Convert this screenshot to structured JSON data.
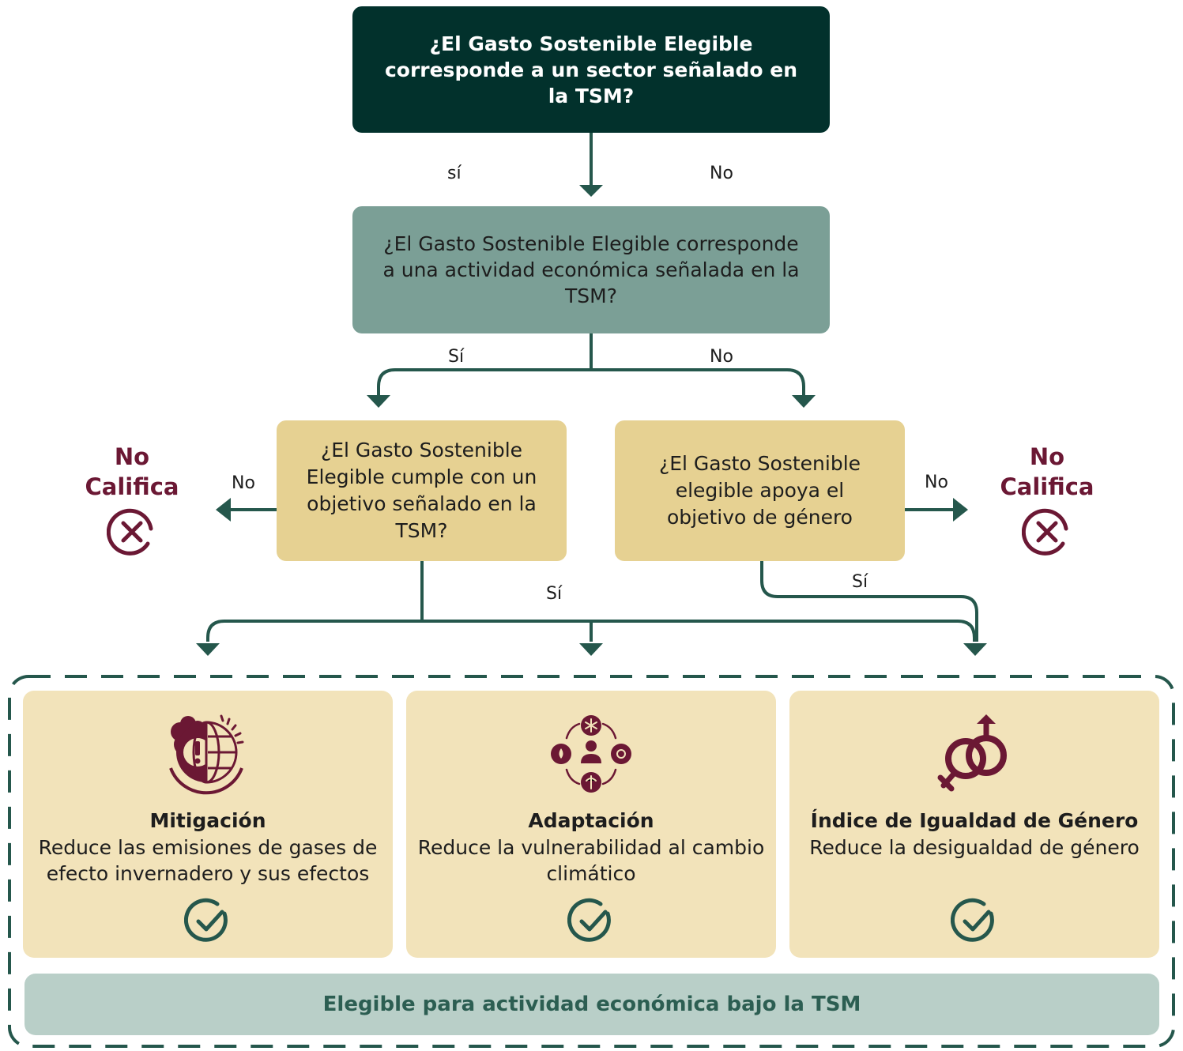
{
  "colors": {
    "dark_green": "#02312c",
    "mid_green": "#7b9f96",
    "gold": "#e6d192",
    "cream": "#f2e3ba",
    "connector": "#25574c",
    "maroon": "#6b1834",
    "footer_bg": "#b9cfc8"
  },
  "q1": {
    "text": "¿El Gasto Sostenible Elegible corresponde a un sector señalado en la TSM?"
  },
  "q1_branches": {
    "yes": "sí",
    "no": "No"
  },
  "q2": {
    "text": "¿El Gasto Sostenible Elegible corresponde a una actividad económica señalada en la TSM?"
  },
  "q2_branches": {
    "yes": "Sí",
    "no": "No"
  },
  "q3": {
    "text": "¿El Gasto Sostenible Elegible cumple con un objetivo señalado en la TSM?",
    "no_label": "No",
    "yes_label": "Sí"
  },
  "q4": {
    "text": "¿El Gasto Sostenible elegible apoya el objetivo de género",
    "no_label": "No",
    "yes_label": "Sí"
  },
  "reject": {
    "label_line1": "No",
    "label_line2": "Califica",
    "icon": "x-circle-icon"
  },
  "outcomes": [
    {
      "title": "Mitigación",
      "desc": "Reduce las emisiones de gases de efecto invernadero y sus efectos",
      "icon": "globe-warning-icon",
      "status_icon": "check-circle-icon"
    },
    {
      "title": "Adaptación",
      "desc": "Reduce la vulnerabilidad al cambio climático",
      "icon": "climate-cycle-icon",
      "status_icon": "check-circle-icon"
    },
    {
      "title": "Índice de Igualdad de Género",
      "desc": "Reduce la desigualdad de género",
      "icon": "gender-symbols-icon",
      "status_icon": "check-circle-icon"
    }
  ],
  "footer": {
    "text": "Elegible para actividad económica bajo la TSM"
  }
}
